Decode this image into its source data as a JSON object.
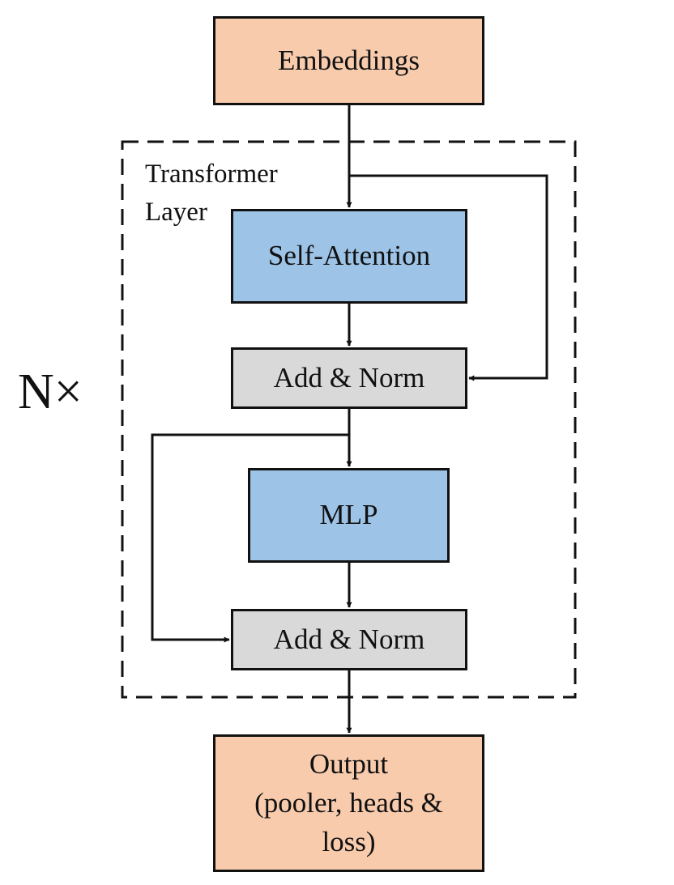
{
  "nodes": {
    "embeddings": "Embeddings",
    "self_attention": "Self-Attention",
    "add_norm_1": "Add & Norm",
    "mlp": "MLP",
    "add_norm_2": "Add & Norm",
    "output_lines": [
      "Output",
      "(pooler, heads &",
      "loss)"
    ]
  },
  "layer_group": {
    "label_lines": [
      "Transformer",
      "Layer"
    ],
    "repeat_label": "N×"
  },
  "colors": {
    "io_block": "#f8cbad",
    "compute_block": "#9dc3e6",
    "norm_block": "#d9d9d9",
    "stroke": "#111111"
  }
}
